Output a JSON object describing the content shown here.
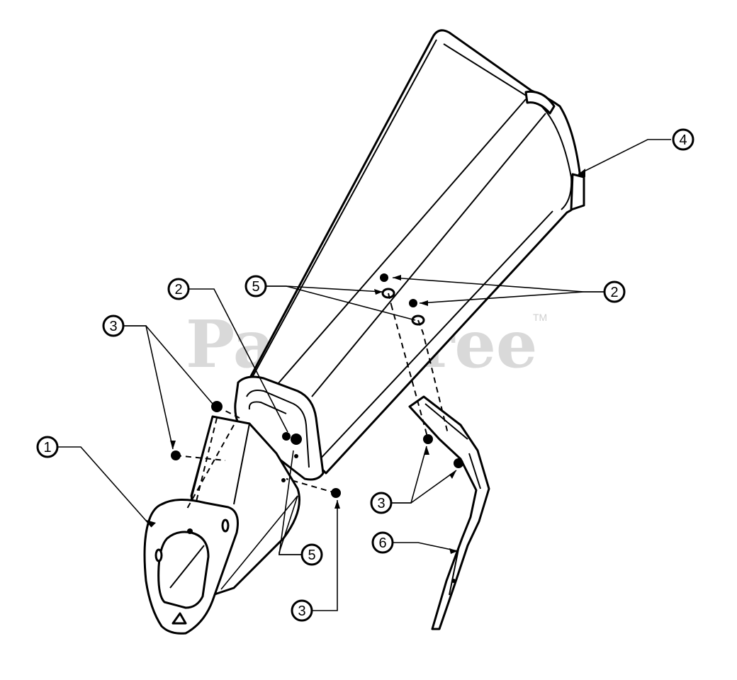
{
  "watermark": {
    "text": "PartsTree",
    "trademark": "TM"
  },
  "callouts": [
    {
      "id": "c1",
      "label": "1",
      "part": "chute base"
    },
    {
      "id": "c2a",
      "label": "2",
      "part": "bolt"
    },
    {
      "id": "c2b",
      "label": "2",
      "part": "bolt"
    },
    {
      "id": "c3a",
      "label": "3",
      "part": "nut"
    },
    {
      "id": "c3b",
      "label": "3",
      "part": "nut"
    },
    {
      "id": "c3c",
      "label": "3",
      "part": "nut"
    },
    {
      "id": "c4",
      "label": "4",
      "part": "chute"
    },
    {
      "id": "c5a",
      "label": "5",
      "part": "washer"
    },
    {
      "id": "c5b",
      "label": "5",
      "part": "washer"
    },
    {
      "id": "c6",
      "label": "6",
      "part": "bracket"
    }
  ]
}
